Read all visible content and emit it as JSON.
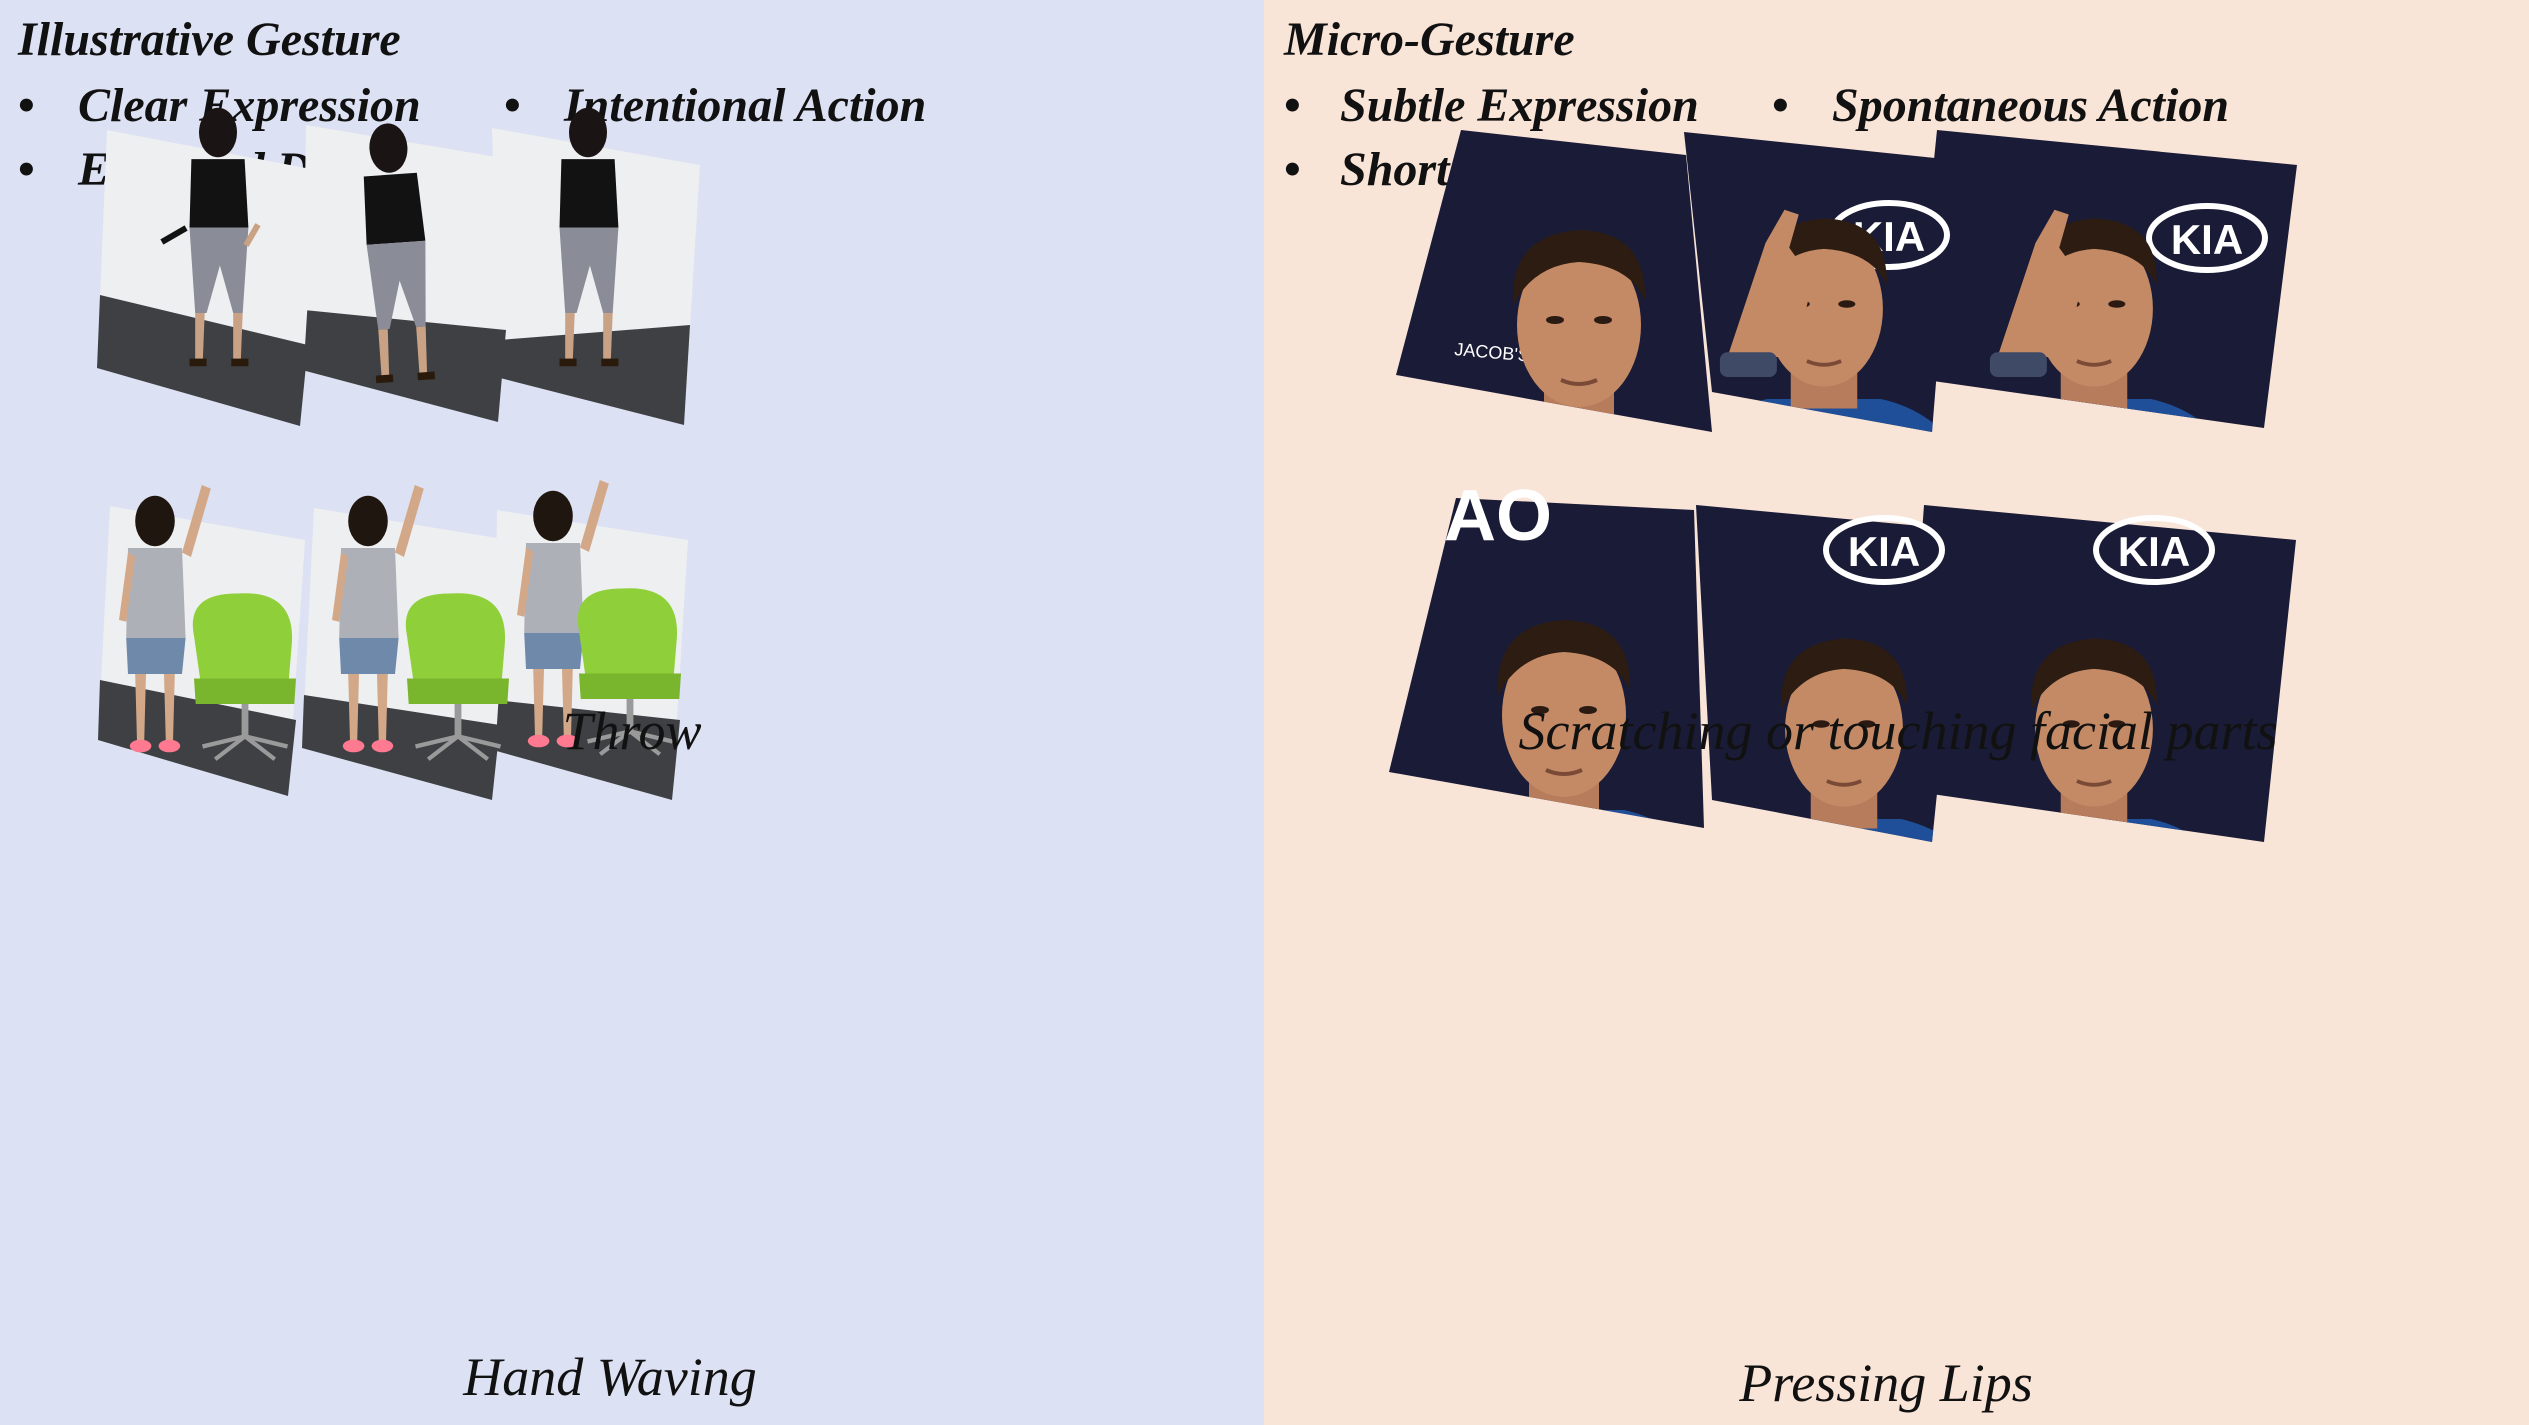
{
  "left": {
    "heading": "Illustrative Gesture",
    "bullets": [
      "Clear Expression",
      "Intentional Action",
      "Extended Duration"
    ],
    "captions": {
      "top": "Throw",
      "bottom": "Hand Waving"
    }
  },
  "right": {
    "heading": "Micro-Gesture",
    "bullets": [
      "Subtle Expression",
      "Spontaneous Action",
      "Short Duration"
    ],
    "captions": {
      "top": "Scratching or touching facial parts",
      "bottom": "Pressing Lips"
    }
  },
  "logos": {
    "kia": "KIA",
    "sponsor": "JACOB'S CREEK",
    "ao": "AO"
  },
  "colors": {
    "left_bg": "#dce1f3",
    "right_bg": "#f9e4d8",
    "wall": "#eeeff1",
    "floor": "#3e4043",
    "backdrop": "#1a1b36",
    "shirt": "#1f4f99",
    "chair": "#8fd03a"
  }
}
